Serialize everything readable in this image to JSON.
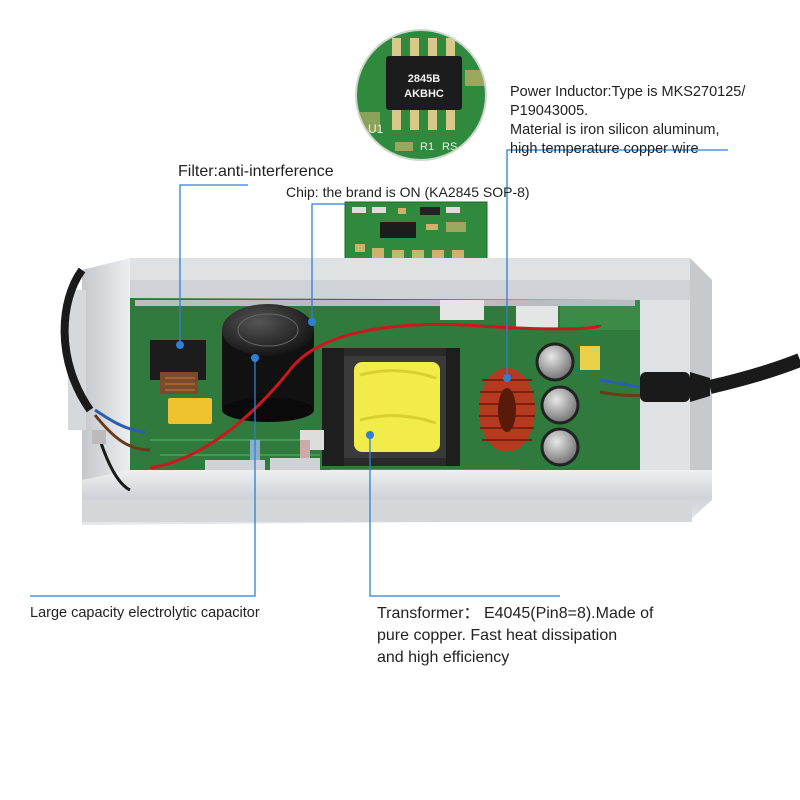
{
  "chip_closeup": {
    "marking_line1": "2845B",
    "marking_line2": "AKBHC",
    "silkscreen_u": "U1",
    "silkscreen_r": "R1",
    "silkscreen_rs": "RS"
  },
  "labels": {
    "filter": "Filter:anti-interference",
    "chip": "Chip: the brand is ON (KA2845 SOP-8)",
    "inductor": [
      "Power Inductor:Type is MKS270125/",
      "P19043005.",
      "Material is iron silicon aluminum,",
      "high temperature copper wire"
    ],
    "capacitor": "Large capacity electrolytic capacitor",
    "transformer": [
      "Transformer： E4045(Pin8=8).Made of",
      "pure copper. Fast heat dissipation",
      "and high efficiency"
    ]
  },
  "colors": {
    "pcb_green": "#2f7a3c",
    "leader_blue": "#2e7fd6",
    "aluminum": "#d9dcdf",
    "transformer_yellow": "#f2ec4a",
    "wire_red": "#c8191e",
    "inductor_copper": "#b53a1f"
  }
}
